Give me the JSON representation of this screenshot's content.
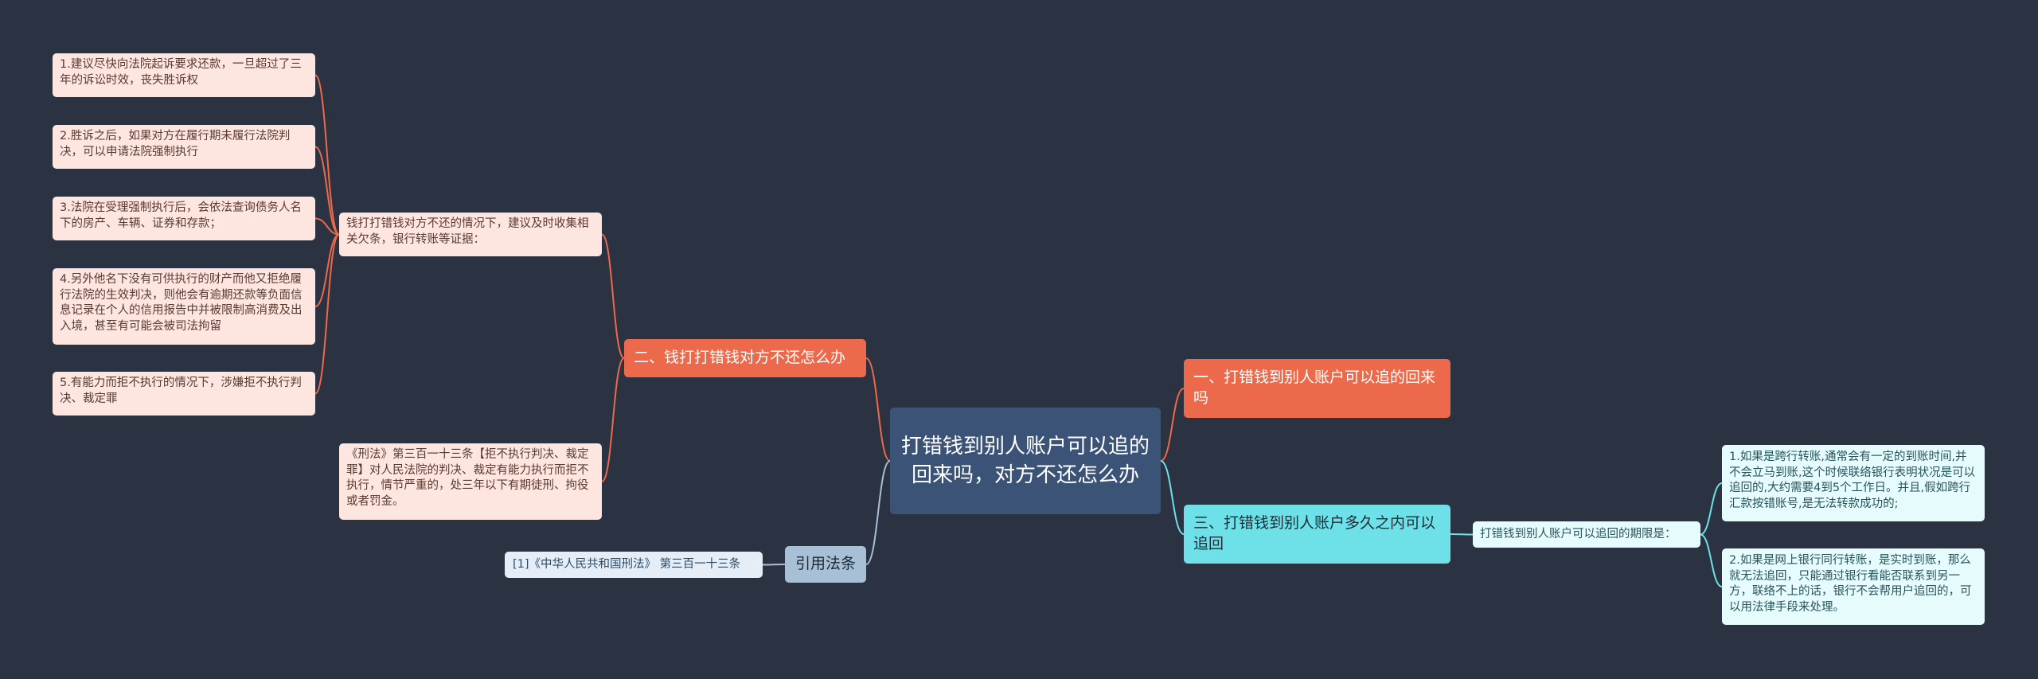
{
  "colors": {
    "background": "#2b3242",
    "central": "#3c5378",
    "orange_branch": "#ec6a4b",
    "cyan_branch": "#6ee1e8",
    "blue_branch": "#a8c0d6",
    "orange_link": "#ec6a4b",
    "cyan_link": "#6ee1e8",
    "blue_link": "#a8c0d6"
  },
  "central": {
    "text": "打错钱到别人账户可以追的回来吗，对方不还怎么办"
  },
  "right": {
    "branch1": {
      "text": "一、打错钱到别人账户可以追的回来吗"
    },
    "branch3": {
      "text": "三、打错钱到别人账户多久之内可以追回",
      "sub": {
        "text": "打错钱到别人账户可以追回的期限是："
      },
      "leaves": [
        "1.如果是跨行转账,通常会有一定的到账时间,并不会立马到账,这个时候联络银行表明状况是可以追回的,大约需要4到5个工作日。并且,假如跨行汇款按错账号,是无法转款成功的;",
        "2.如果是网上银行同行转账，是实时到账，那么就无法追回，只能通过银行看能否联系到另一方，联络不上的话，银行不会帮用户追回的，可以用法律手段来处理。"
      ]
    }
  },
  "left": {
    "branch2": {
      "text": "二、钱打打错钱对方不还怎么办",
      "sub": {
        "text": "钱打打错钱对方不还的情况下，建议及时收集相关欠条，银行转账等证据："
      },
      "leaves": [
        "1.建议尽快向法院起诉要求还款，一旦超过了三年的诉讼时效，丧失胜诉权",
        "2.胜诉之后，如果对方在履行期未履行法院判决，可以申请法院强制执行",
        "3.法院在受理强制执行后，会依法查询债务人名下的房产、车辆、证券和存款；",
        "4.另外他名下没有可供执行的财产而他又拒绝履行法院的生效判决，则他会有逾期还款等负面信息记录在个人的信用报告中并被限制高消费及出入境，甚至有可能会被司法拘留",
        "5.有能力而拒不执行的情况下，涉嫌拒不执行判决、裁定罪"
      ],
      "law": {
        "text": "《刑法》第三百一十三条【拒不执行判决、裁定罪】对人民法院的判决、裁定有能力执行而拒不执行，情节严重的，处三年以下有期徒刑、拘役或者罚金。"
      }
    },
    "cite": {
      "text": "引用法条",
      "leaf": {
        "text": "[1]《中华人民共和国刑法》 第三百一十三条"
      }
    }
  }
}
